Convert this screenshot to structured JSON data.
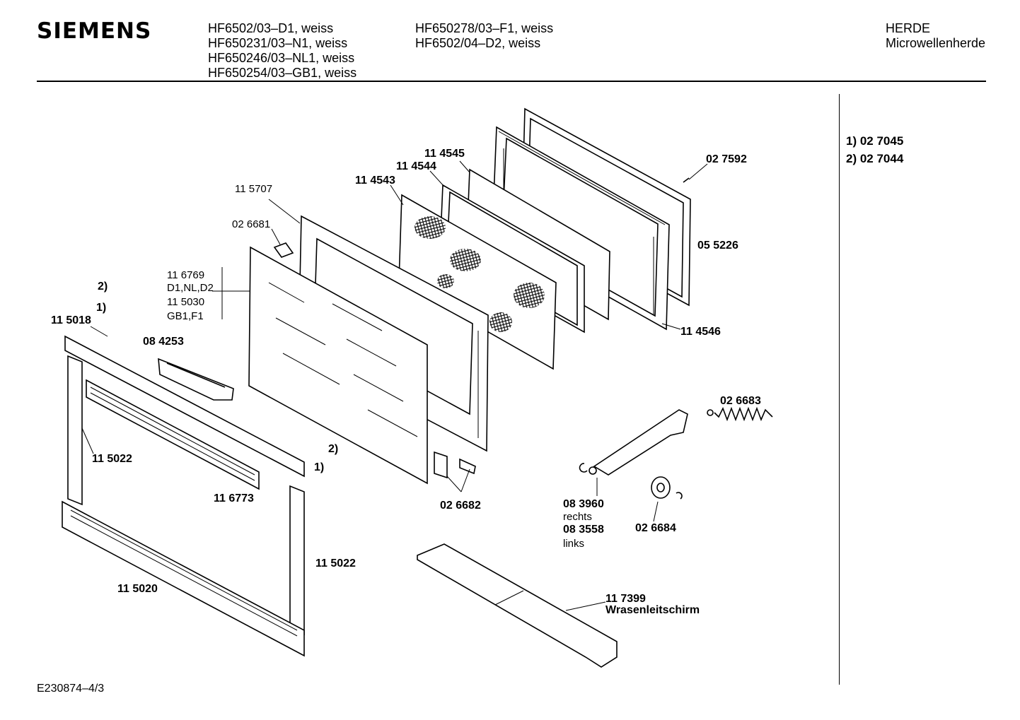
{
  "header": {
    "brand": "SIEMENS",
    "models_col1": [
      "HF6502/03–D1, weiss",
      "HF650231/03–N1, weiss",
      "HF650246/03–NL1, weiss",
      "HF650254/03–GB1, weiss"
    ],
    "models_col2": [
      "HF650278/03–F1, weiss",
      "HF6502/04–D2, weiss"
    ],
    "category": "HERDE",
    "subcategory": "Microwellenherde"
  },
  "legend": [
    "1)  02 7045",
    "2)  02 7044"
  ],
  "footer": {
    "doc_id": "E230874–4/3"
  },
  "parts": {
    "p027592": "02 7592",
    "p114545": "11 4545",
    "p114544": "11 4544",
    "p114543": "11 4543",
    "p115707": "11 5707",
    "p026681": "02 6681",
    "p055226": "05 5226",
    "p116769": "11 6769",
    "v116769": "D1,NL,D2",
    "p115030": "11 5030",
    "v115030": "GB1,F1",
    "mark2a": "2)",
    "mark1a": "1)",
    "p115018": "11 5018",
    "p084253": "08 4253",
    "p114546": "11 4546",
    "p026683": "02 6683",
    "p115022a": "11 5022",
    "mark2b": "2)",
    "mark1b": "1)",
    "p116773": "11 6773",
    "p026682": "02 6682",
    "p083960": "08 3960",
    "rechts": "rechts",
    "p083558": "08 3558",
    "links": "links",
    "p026684": "02 6684",
    "p115022b": "11 5022",
    "p115020": "11 5020",
    "p117399": "11 7399",
    "wrasen": "Wrasenleitschirm"
  }
}
